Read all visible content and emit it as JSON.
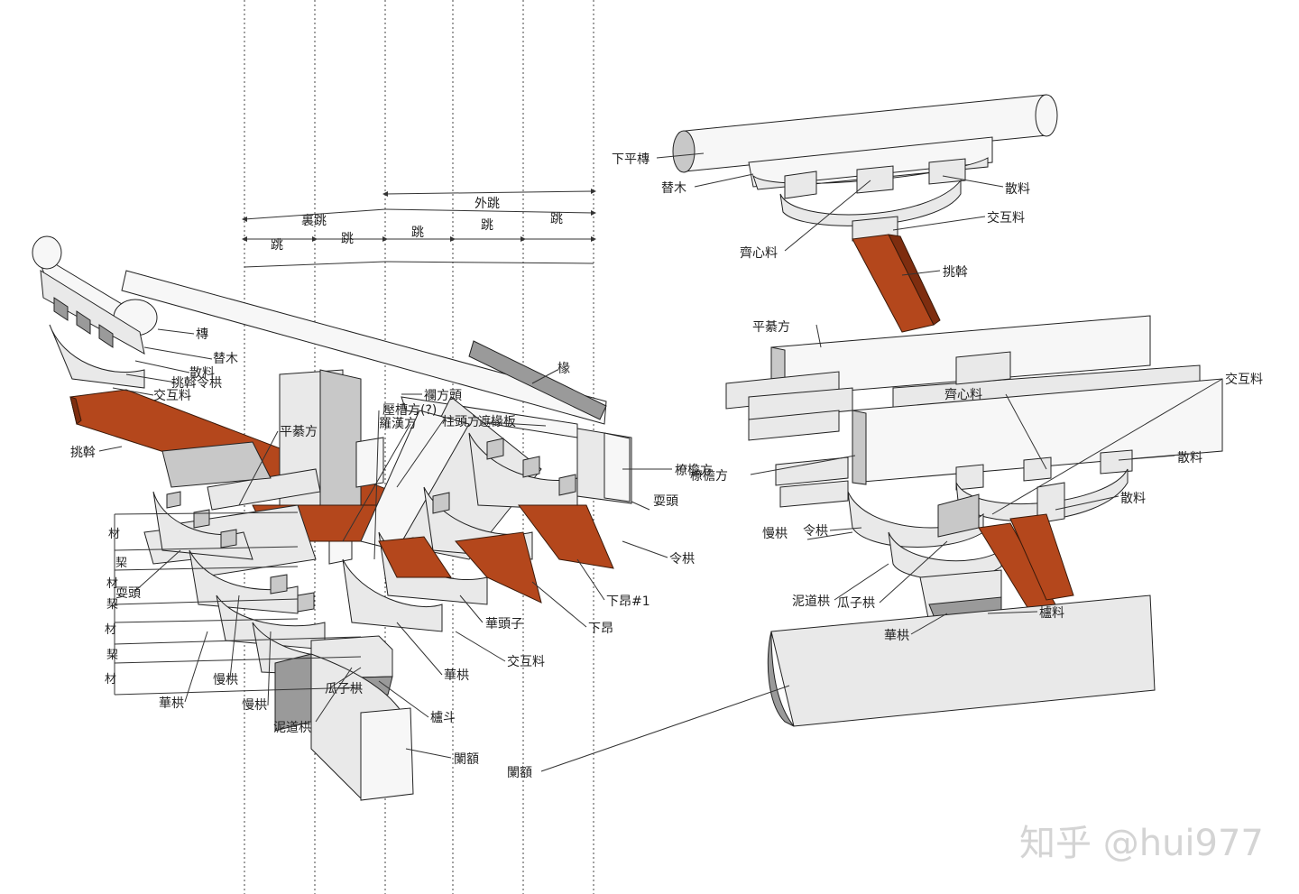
{
  "dimensions": {
    "outer": "外跳",
    "inner": "裏跳",
    "step": "跳"
  },
  "left_labels": {
    "tuan": "槫",
    "timu": "替木",
    "sandou": "散料",
    "tiaowo_linggong": "挑斡令栱",
    "jiaohudou": "交互料",
    "tiaowo": "挑斡",
    "pingqifang": "平綦方",
    "lanefang": "襴方頭",
    "yanfang": "壓槽方(?)",
    "luqifang": "羅漢方",
    "zhutoufang": "柱頭方",
    "yanban": "遮椽板",
    "chuan": "椽",
    "liaoyanfang": "橑檐方",
    "shuatou_r": "耍頭",
    "linggong": "令栱",
    "xiaang1": "下昂#1",
    "xiaang": "下昂",
    "huatouzi": "華頭子",
    "jiaohudou2": "交互料",
    "huagong_r": "華栱",
    "ludou": "櫨斗",
    "ee": "闌額",
    "nidaogong": "泥道栱",
    "mangong_b": "慢栱",
    "guazigong": "瓜子栱",
    "huagong_l": "華栱",
    "mangong_l": "慢栱",
    "shuatou_l": "耍頭",
    "cai": "材",
    "qi": "栔"
  },
  "right_labels": {
    "xiapingtuan": "下平槫",
    "timu": "替木",
    "sandou": "散料",
    "jiaohudou": "交互料",
    "qixindou": "齊心料",
    "tiaowo": "挑斡",
    "pingqifang": "平綦方",
    "jiaohudou2": "交互料",
    "qixindou2": "齊心料",
    "liaoyanfang": "橑檐方",
    "sandou2": "散料",
    "sandou3": "散料",
    "linggong": "令栱",
    "mangong": "慢栱",
    "nidaogong": "泥道栱",
    "guazigong": "瓜子栱",
    "ludou": "櫨料",
    "huagong": "華栱",
    "ee": "闌額"
  },
  "watermark": "知乎 @hui977",
  "colors": {
    "wood": "#b4471c",
    "stone_light": "#e9e9e9",
    "stone_dark": "#9a9a9a"
  }
}
